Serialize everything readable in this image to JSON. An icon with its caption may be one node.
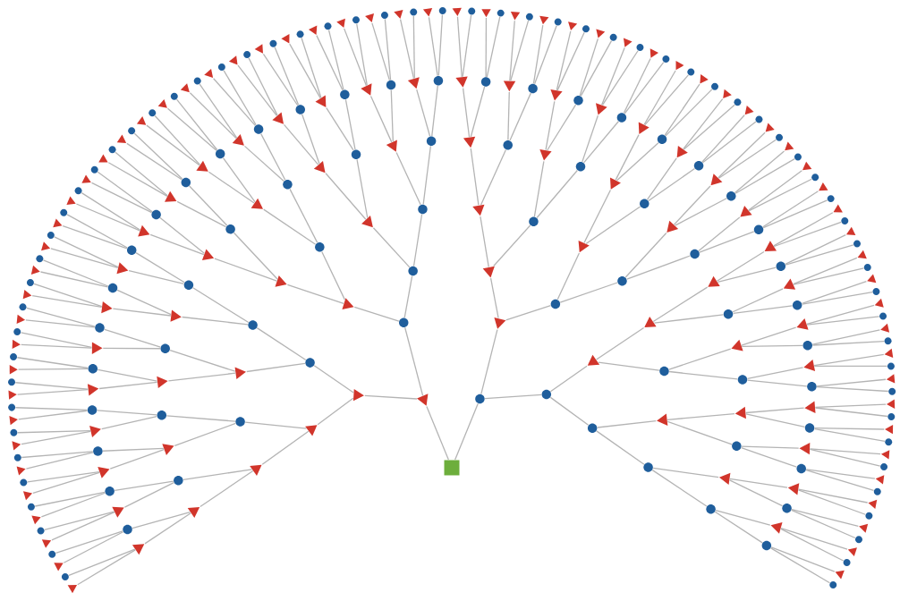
{
  "diagram": {
    "nodes": [
      {
        "text": [],
        "shape": "square"
      },
      {
        "text": [],
        "shape": "triangle"
      },
      {
        "text": [],
        "shape": "circle"
      },
      {
        "text": [],
        "shape": "triangle"
      },
      {
        "text": [],
        "shape": "circle"
      },
      {
        "text": [],
        "shape": "triangle"
      },
      {
        "text": [],
        "shape": "circle"
      },
      {
        "text": [],
        "shape": "triangle"
      },
      {
        "text": [],
        "shape": "circle"
      },
      {
        "text": [],
        "shape": "triangle"
      },
      {
        "text": [],
        "shape": "circle"
      },
      {
        "text": [],
        "shape": "triangle"
      },
      {
        "text": [],
        "shape": "circle"
      },
      {
        "text": [],
        "shape": "triangle"
      },
      {
        "text": [],
        "shape": "circle"
      },
      {
        "text": [],
        "shape": "triangle"
      },
      {
        "text": [],
        "shape": "circle"
      },
      {
        "text": [],
        "shape": "triangle"
      },
      {
        "text": [],
        "shape": "circle"
      },
      {
        "text": [],
        "shape": "triangle"
      },
      {
        "text": [],
        "shape": "circle"
      },
      {
        "text": [],
        "shape": "triangle"
      },
      {
        "text": [],
        "shape": "circle"
      },
      {
        "text": [],
        "shape": "triangle"
      },
      {
        "text": [],
        "shape": "circle"
      },
      {
        "text": [],
        "shape": "triangle"
      },
      {
        "text": [],
        "shape": "circle"
      },
      {
        "text": [],
        "shape": "triangle"
      },
      {
        "text": [],
        "shape": "circle"
      },
      {
        "text": [],
        "shape": "triangle"
      },
      {
        "text": [],
        "shape": "circle"
      },
      {
        "text": [],
        "shape": "triangle"
      },
      {
        "text": [],
        "shape": "circle"
      },
      {
        "text": [],
        "shape": "triangle"
      },
      {
        "text": [],
        "shape": "circle"
      },
      {
        "text": [],
        "shape": "triangle"
      },
      {
        "text": [],
        "shape": "circle"
      },
      {
        "text": [],
        "shape": "triangle"
      },
      {
        "text": [],
        "shape": "circle"
      },
      {
        "text": [],
        "shape": "triangle"
      },
      {
        "text": [],
        "shape": "circle"
      },
      {
        "text": [],
        "shape": "triangle"
      },
      {
        "text": [],
        "shape": "circle"
      },
      {
        "text": [],
        "shape": "triangle"
      },
      {
        "text": [],
        "shape": "circle"
      },
      {
        "text": [],
        "shape": "triangle"
      },
      {
        "text": [],
        "shape": "circle"
      },
      {
        "text": [],
        "shape": "triangle"
      },
      {
        "text": [],
        "shape": "circle"
      },
      {
        "text": [],
        "shape": "triangle"
      },
      {
        "text": [],
        "shape": "circle"
      },
      {
        "text": [],
        "shape": "triangle"
      },
      {
        "text": [],
        "shape": "circle"
      },
      {
        "text": [],
        "shape": "triangle"
      },
      {
        "text": [],
        "shape": "circle"
      },
      {
        "text": [],
        "shape": "triangle"
      },
      {
        "text": [],
        "shape": "circle"
      },
      {
        "text": [],
        "shape": "triangle"
      },
      {
        "text": [],
        "shape": "circle"
      },
      {
        "text": [],
        "shape": "triangle"
      },
      {
        "text": [],
        "shape": "circle"
      },
      {
        "text": [],
        "shape": "triangle"
      },
      {
        "text": [],
        "shape": "circle"
      },
      {
        "text": [],
        "shape": "triangle"
      },
      {
        "text": [],
        "shape": "circle"
      },
      {
        "text": [],
        "shape": "triangle"
      },
      {
        "text": [],
        "shape": "circle"
      },
      {
        "text": [],
        "shape": "triangle"
      },
      {
        "text": [],
        "shape": "circle"
      },
      {
        "text": [],
        "shape": "triangle"
      },
      {
        "text": [],
        "shape": "circle"
      },
      {
        "text": [],
        "shape": "triangle"
      },
      {
        "text": [],
        "shape": "circle"
      },
      {
        "text": [],
        "shape": "triangle"
      },
      {
        "text": [],
        "shape": "circle"
      },
      {
        "text": [],
        "shape": "triangle"
      },
      {
        "text": [],
        "shape": "circle"
      },
      {
        "text": [],
        "shape": "triangle"
      },
      {
        "text": [],
        "shape": "circle"
      },
      {
        "text": [],
        "shape": "triangle"
      },
      {
        "text": [],
        "shape": "circle"
      },
      {
        "text": [],
        "shape": "triangle"
      },
      {
        "text": [],
        "shape": "circle"
      },
      {
        "text": [],
        "shape": "triangle"
      },
      {
        "text": [],
        "shape": "circle"
      },
      {
        "text": [],
        "shape": "triangle"
      },
      {
        "text": [],
        "shape": "circle"
      },
      {
        "text": [],
        "shape": "triangle"
      },
      {
        "text": [],
        "shape": "circle"
      },
      {
        "text": [],
        "shape": "triangle"
      },
      {
        "text": [],
        "shape": "circle"
      },
      {
        "text": [],
        "shape": "triangle"
      },
      {
        "text": [],
        "shape": "circle"
      },
      {
        "text": [],
        "shape": "triangle"
      },
      {
        "text": [],
        "shape": "circle"
      },
      {
        "text": [],
        "shape": "triangle"
      },
      {
        "text": [],
        "shape": "circle"
      },
      {
        "text": [],
        "shape": "triangle"
      },
      {
        "text": [],
        "shape": "circle"
      },
      {
        "text": [],
        "shape": "triangle"
      },
      {
        "text": [],
        "shape": "circle"
      },
      {
        "text": [],
        "shape": "triangle"
      },
      {
        "text": [],
        "shape": "circle"
      },
      {
        "text": [],
        "shape": "triangle"
      },
      {
        "text": [],
        "shape": "circle"
      },
      {
        "text": [],
        "shape": "triangle"
      },
      {
        "text": [],
        "shape": "circle"
      },
      {
        "text": [],
        "shape": "triangle"
      },
      {
        "text": [],
        "shape": "circle"
      },
      {
        "text": [],
        "shape": "triangle"
      },
      {
        "text": [],
        "shape": "circle"
      },
      {
        "text": [],
        "shape": "triangle"
      },
      {
        "text": [],
        "shape": "circle"
      },
      {
        "text": [],
        "shape": "triangle"
      },
      {
        "text": [],
        "shape": "circle"
      },
      {
        "text": [],
        "shape": "triangle"
      },
      {
        "text": [],
        "shape": "circle"
      },
      {
        "text": [],
        "shape": "triangle"
      },
      {
        "text": [],
        "shape": "circle"
      },
      {
        "text": [],
        "shape": "triangle"
      },
      {
        "text": [],
        "shape": "circle"
      },
      {
        "text": [],
        "shape": "triangle"
      },
      {
        "text": [],
        "shape": "circle"
      },
      {
        "text": [],
        "shape": "triangle"
      },
      {
        "text": [],
        "shape": "circle"
      },
      {
        "text": [],
        "shape": "triangle"
      },
      {
        "text": [],
        "shape": "circle"
      },
      {
        "text": [],
        "shape": "triangle"
      },
      {
        "text": [],
        "shape": "circle"
      },
      {
        "text": [],
        "shape": "triangle"
      },
      {
        "text": [],
        "shape": "circle"
      },
      {
        "text": [],
        "shape": "triangle"
      },
      {
        "text": [],
        "shape": "circle"
      },
      {
        "text": [],
        "shape": "triangle"
      },
      {
        "text": [],
        "shape": "circle"
      },
      {
        "text": [],
        "shape": "triangle"
      },
      {
        "text": [],
        "shape": "circle"
      },
      {
        "text": [],
        "shape": "triangle"
      },
      {
        "text": [],
        "shape": "circle"
      },
      {
        "text": [],
        "shape": "triangle"
      },
      {
        "text": [],
        "shape": "circle"
      },
      {
        "text": [],
        "shape": "triangle"
      },
      {
        "text": [],
        "shape": "circle"
      },
      {
        "text": [],
        "shape": "triangle"
      },
      {
        "text": [],
        "shape": "circle"
      },
      {
        "text": [],
        "shape": "triangle"
      },
      {
        "text": [],
        "shape": "circle"
      },
      {
        "text": [],
        "shape": "triangle"
      },
      {
        "text": [],
        "shape": "circle"
      },
      {
        "text": [],
        "shape": "triangle"
      },
      {
        "text": [],
        "shape": "circle"
      },
      {
        "text": [],
        "shape": "triangle"
      },
      {
        "text": [],
        "shape": "circle"
      },
      {
        "text": [],
        "shape": "triangle"
      },
      {
        "text": [],
        "shape": "circle"
      },
      {
        "text": [],
        "shape": "triangle"
      },
      {
        "text": [],
        "shape": "circle"
      },
      {
        "text": [],
        "shape": "triangle"
      },
      {
        "text": [],
        "shape": "circle"
      },
      {
        "text": [],
        "shape": "triangle"
      },
      {
        "text": [],
        "shape": "circle"
      },
      {
        "text": [],
        "shape": "triangle"
      },
      {
        "text": [],
        "shape": "circle"
      },
      {
        "text": [],
        "shape": "triangle"
      },
      {
        "text": [],
        "shape": "circle"
      },
      {
        "text": [],
        "shape": "triangle"
      },
      {
        "text": [],
        "shape": "circle"
      },
      {
        "text": [],
        "shape": "triangle"
      },
      {
        "text": [],
        "shape": "circle"
      },
      {
        "text": [],
        "shape": "triangle"
      },
      {
        "text": [],
        "shape": "circle"
      },
      {
        "text": [],
        "shape": "triangle"
      },
      {
        "text": [],
        "shape": "circle"
      },
      {
        "text": [],
        "shape": "triangle"
      },
      {
        "text": [],
        "shape": "circle"
      },
      {
        "text": [],
        "shape": "triangle"
      },
      {
        "text": [],
        "shape": "circle"
      },
      {
        "text": [],
        "shape": "triangle"
      },
      {
        "text": [],
        "shape": "circle"
      },
      {
        "text": [],
        "shape": "triangle"
      },
      {
        "text": [],
        "shape": "circle"
      },
      {
        "text": [],
        "shape": "triangle"
      },
      {
        "text": [],
        "shape": "circle"
      },
      {
        "text": [],
        "shape": "triangle"
      },
      {
        "text": [],
        "shape": "circle"
      },
      {
        "text": [],
        "shape": "triangle"
      },
      {
        "text": [],
        "shape": "circle"
      },
      {
        "text": [],
        "shape": "triangle"
      },
      {
        "text": [],
        "shape": "circle"
      },
      {
        "text": [],
        "shape": "triangle"
      },
      {
        "text": [],
        "shape": "circle"
      },
      {
        "text": [],
        "shape": "triangle"
      },
      {
        "text": [],
        "shape": "circle"
      },
      {
        "text": [],
        "shape": "triangle"
      },
      {
        "text": [],
        "shape": "circle"
      },
      {
        "text": [],
        "shape": "triangle"
      },
      {
        "text": [],
        "shape": "circle"
      },
      {
        "text": [],
        "shape": "triangle"
      },
      {
        "text": [],
        "shape": "circle"
      },
      {
        "text": [],
        "shape": "triangle"
      },
      {
        "text": [],
        "shape": "circle"
      },
      {
        "text": [],
        "shape": "triangle"
      },
      {
        "text": [],
        "shape": "circle"
      },
      {
        "text": [],
        "shape": "triangle"
      },
      {
        "text": [],
        "shape": "circle"
      },
      {
        "text": [],
        "shape": "triangle"
      },
      {
        "text": [],
        "shape": "circle"
      },
      {
        "text": [],
        "shape": "triangle"
      },
      {
        "text": [],
        "shape": "circle"
      },
      {
        "text": [],
        "shape": "triangle"
      },
      {
        "text": [],
        "shape": "circle"
      },
      {
        "text": [],
        "shape": "triangle"
      },
      {
        "text": [],
        "shape": "circle"
      },
      {
        "text": [],
        "shape": "triangle"
      },
      {
        "text": [],
        "shape": "circle"
      },
      {
        "text": [],
        "shape": "triangle"
      },
      {
        "text": [],
        "shape": "circle"
      },
      {
        "text": [],
        "shape": "triangle"
      },
      {
        "text": [],
        "shape": "circle"
      },
      {
        "text": [],
        "shape": "triangle"
      },
      {
        "text": [],
        "shape": "circle"
      },
      {
        "text": [],
        "shape": "triangle"
      },
      {
        "text": [],
        "shape": "circle"
      },
      {
        "text": [],
        "shape": "triangle"
      },
      {
        "text": [],
        "shape": "circle"
      },
      {
        "text": [],
        "shape": "triangle"
      },
      {
        "text": [],
        "shape": "circle"
      },
      {
        "text": [],
        "shape": "triangle"
      },
      {
        "text": [],
        "shape": "circle"
      },
      {
        "text": [],
        "shape": "triangle"
      },
      {
        "text": [],
        "shape": "circle"
      },
      {
        "text": [],
        "shape": "triangle"
      },
      {
        "text": [],
        "shape": "circle"
      },
      {
        "text": [],
        "shape": "triangle"
      },
      {
        "text": [],
        "shape": "circle"
      },
      {
        "text": [],
        "shape": "triangle"
      },
      {
        "text": [],
        "shape": "circle"
      },
      {
        "text": [],
        "shape": "triangle"
      },
      {
        "text": [],
        "shape": "circle"
      },
      {
        "text": [],
        "shape": "triangle"
      },
      {
        "text": [],
        "shape": "circle"
      },
      {
        "text": [],
        "shape": "triangle"
      },
      {
        "text": [],
        "shape": "circle"
      },
      {
        "text": [],
        "shape": "triangle"
      },
      {
        "text": [],
        "shape": "circle"
      },
      {
        "text": [],
        "shape": "triangle"
      },
      {
        "text": [],
        "shape": "circle"
      },
      {
        "text": [],
        "shape": "triangle"
      },
      {
        "text": [],
        "shape": "circle"
      },
      {
        "text": [],
        "shape": "triangle"
      },
      {
        "text": [],
        "shape": "circle"
      },
      {
        "text": [],
        "shape": "triangle"
      },
      {
        "text": [],
        "shape": "circle"
      },
      {
        "text": [],
        "shape": "triangle"
      },
      {
        "text": [],
        "shape": "circle"
      }
    ],
    "edges": [
      {
        "from": 0,
        "to": 1,
        "arrow": "none"
      },
      {
        "from": 0,
        "to": 2,
        "arrow": "none"
      },
      {
        "from": 1,
        "to": 3,
        "arrow": "none"
      },
      {
        "from": 1,
        "to": 4,
        "arrow": "none"
      },
      {
        "from": 2,
        "to": 5,
        "arrow": "none"
      },
      {
        "from": 2,
        "to": 6,
        "arrow": "none"
      },
      {
        "from": 3,
        "to": 7,
        "arrow": "none"
      },
      {
        "from": 3,
        "to": 8,
        "arrow": "none"
      },
      {
        "from": 4,
        "to": 9,
        "arrow": "none"
      },
      {
        "from": 4,
        "to": 10,
        "arrow": "none"
      },
      {
        "from": 5,
        "to": 11,
        "arrow": "none"
      },
      {
        "from": 5,
        "to": 12,
        "arrow": "none"
      },
      {
        "from": 6,
        "to": 13,
        "arrow": "none"
      },
      {
        "from": 6,
        "to": 14,
        "arrow": "none"
      },
      {
        "from": 7,
        "to": 15,
        "arrow": "none"
      },
      {
        "from": 7,
        "to": 16,
        "arrow": "none"
      },
      {
        "from": 8,
        "to": 17,
        "arrow": "none"
      },
      {
        "from": 8,
        "to": 18,
        "arrow": "none"
      },
      {
        "from": 9,
        "to": 19,
        "arrow": "none"
      },
      {
        "from": 9,
        "to": 20,
        "arrow": "none"
      },
      {
        "from": 10,
        "to": 21,
        "arrow": "none"
      },
      {
        "from": 10,
        "to": 22,
        "arrow": "none"
      },
      {
        "from": 11,
        "to": 23,
        "arrow": "none"
      },
      {
        "from": 11,
        "to": 24,
        "arrow": "none"
      },
      {
        "from": 12,
        "to": 25,
        "arrow": "none"
      },
      {
        "from": 12,
        "to": 26,
        "arrow": "none"
      },
      {
        "from": 13,
        "to": 27,
        "arrow": "none"
      },
      {
        "from": 13,
        "to": 28,
        "arrow": "none"
      },
      {
        "from": 14,
        "to": 29,
        "arrow": "none"
      },
      {
        "from": 14,
        "to": 30,
        "arrow": "none"
      },
      {
        "from": 15,
        "to": 31,
        "arrow": "none"
      },
      {
        "from": 15,
        "to": 32,
        "arrow": "none"
      },
      {
        "from": 16,
        "to": 33,
        "arrow": "none"
      },
      {
        "from": 16,
        "to": 34,
        "arrow": "none"
      },
      {
        "from": 17,
        "to": 35,
        "arrow": "none"
      },
      {
        "from": 17,
        "to": 36,
        "arrow": "none"
      },
      {
        "from": 18,
        "to": 37,
        "arrow": "none"
      },
      {
        "from": 18,
        "to": 38,
        "arrow": "none"
      },
      {
        "from": 19,
        "to": 39,
        "arrow": "none"
      },
      {
        "from": 19,
        "to": 40,
        "arrow": "none"
      },
      {
        "from": 20,
        "to": 41,
        "arrow": "none"
      },
      {
        "from": 20,
        "to": 42,
        "arrow": "none"
      },
      {
        "from": 21,
        "to": 43,
        "arrow": "none"
      },
      {
        "from": 21,
        "to": 44,
        "arrow": "none"
      },
      {
        "from": 22,
        "to": 45,
        "arrow": "none"
      },
      {
        "from": 22,
        "to": 46,
        "arrow": "none"
      },
      {
        "from": 23,
        "to": 47,
        "arrow": "none"
      },
      {
        "from": 23,
        "to": 48,
        "arrow": "none"
      },
      {
        "from": 24,
        "to": 49,
        "arrow": "none"
      },
      {
        "from": 24,
        "to": 50,
        "arrow": "none"
      },
      {
        "from": 25,
        "to": 51,
        "arrow": "none"
      },
      {
        "from": 25,
        "to": 52,
        "arrow": "none"
      },
      {
        "from": 26,
        "to": 53,
        "arrow": "none"
      },
      {
        "from": 26,
        "to": 54,
        "arrow": "none"
      },
      {
        "from": 27,
        "to": 55,
        "arrow": "none"
      },
      {
        "from": 27,
        "to": 56,
        "arrow": "none"
      },
      {
        "from": 28,
        "to": 57,
        "arrow": "none"
      },
      {
        "from": 28,
        "to": 58,
        "arrow": "none"
      },
      {
        "from": 29,
        "to": 59,
        "arrow": "none"
      },
      {
        "from": 29,
        "to": 60,
        "arrow": "none"
      },
      {
        "from": 30,
        "to": 61,
        "arrow": "none"
      },
      {
        "from": 30,
        "to": 62,
        "arrow": "none"
      },
      {
        "from": 31,
        "to": 63,
        "arrow": "none"
      },
      {
        "from": 31,
        "to": 64,
        "arrow": "none"
      },
      {
        "from": 32,
        "to": 65,
        "arrow": "none"
      },
      {
        "from": 32,
        "to": 66,
        "arrow": "none"
      },
      {
        "from": 33,
        "to": 67,
        "arrow": "none"
      },
      {
        "from": 33,
        "to": 68,
        "arrow": "none"
      },
      {
        "from": 34,
        "to": 69,
        "arrow": "none"
      },
      {
        "from": 34,
        "to": 70,
        "arrow": "none"
      },
      {
        "from": 35,
        "to": 71,
        "arrow": "none"
      },
      {
        "from": 35,
        "to": 72,
        "arrow": "none"
      },
      {
        "from": 36,
        "to": 73,
        "arrow": "none"
      },
      {
        "from": 36,
        "to": 74,
        "arrow": "none"
      },
      {
        "from": 37,
        "to": 75,
        "arrow": "none"
      },
      {
        "from": 37,
        "to": 76,
        "arrow": "none"
      },
      {
        "from": 38,
        "to": 77,
        "arrow": "none"
      },
      {
        "from": 38,
        "to": 78,
        "arrow": "none"
      },
      {
        "from": 39,
        "to": 79,
        "arrow": "none"
      },
      {
        "from": 39,
        "to": 80,
        "arrow": "none"
      },
      {
        "from": 40,
        "to": 81,
        "arrow": "none"
      },
      {
        "from": 40,
        "to": 82,
        "arrow": "none"
      },
      {
        "from": 41,
        "to": 83,
        "arrow": "none"
      },
      {
        "from": 41,
        "to": 84,
        "arrow": "none"
      },
      {
        "from": 42,
        "to": 85,
        "arrow": "none"
      },
      {
        "from": 42,
        "to": 86,
        "arrow": "none"
      },
      {
        "from": 43,
        "to": 87,
        "arrow": "none"
      },
      {
        "from": 43,
        "to": 88,
        "arrow": "none"
      },
      {
        "from": 44,
        "to": 89,
        "arrow": "none"
      },
      {
        "from": 44,
        "to": 90,
        "arrow": "none"
      },
      {
        "from": 45,
        "to": 91,
        "arrow": "none"
      },
      {
        "from": 45,
        "to": 92,
        "arrow": "none"
      },
      {
        "from": 46,
        "to": 93,
        "arrow": "none"
      },
      {
        "from": 46,
        "to": 94,
        "arrow": "none"
      },
      {
        "from": 47,
        "to": 95,
        "arrow": "none"
      },
      {
        "from": 47,
        "to": 96,
        "arrow": "none"
      },
      {
        "from": 48,
        "to": 97,
        "arrow": "none"
      },
      {
        "from": 48,
        "to": 98,
        "arrow": "none"
      },
      {
        "from": 49,
        "to": 99,
        "arrow": "none"
      },
      {
        "from": 49,
        "to": 100,
        "arrow": "none"
      },
      {
        "from": 50,
        "to": 101,
        "arrow": "none"
      },
      {
        "from": 50,
        "to": 102,
        "arrow": "none"
      },
      {
        "from": 51,
        "to": 103,
        "arrow": "none"
      },
      {
        "from": 51,
        "to": 104,
        "arrow": "none"
      },
      {
        "from": 52,
        "to": 105,
        "arrow": "none"
      },
      {
        "from": 52,
        "to": 106,
        "arrow": "none"
      },
      {
        "from": 53,
        "to": 107,
        "arrow": "none"
      },
      {
        "from": 53,
        "to": 108,
        "arrow": "none"
      },
      {
        "from": 54,
        "to": 109,
        "arrow": "none"
      },
      {
        "from": 54,
        "to": 110,
        "arrow": "none"
      },
      {
        "from": 55,
        "to": 111,
        "arrow": "none"
      },
      {
        "from": 55,
        "to": 112,
        "arrow": "none"
      },
      {
        "from": 56,
        "to": 113,
        "arrow": "none"
      },
      {
        "from": 56,
        "to": 114,
        "arrow": "none"
      },
      {
        "from": 57,
        "to": 115,
        "arrow": "none"
      },
      {
        "from": 57,
        "to": 116,
        "arrow": "none"
      },
      {
        "from": 58,
        "to": 117,
        "arrow": "none"
      },
      {
        "from": 58,
        "to": 118,
        "arrow": "none"
      },
      {
        "from": 59,
        "to": 119,
        "arrow": "none"
      },
      {
        "from": 59,
        "to": 120,
        "arrow": "none"
      },
      {
        "from": 60,
        "to": 121,
        "arrow": "none"
      },
      {
        "from": 60,
        "to": 122,
        "arrow": "none"
      },
      {
        "from": 61,
        "to": 123,
        "arrow": "none"
      },
      {
        "from": 61,
        "to": 124,
        "arrow": "none"
      },
      {
        "from": 62,
        "to": 125,
        "arrow": "none"
      },
      {
        "from": 62,
        "to": 126,
        "arrow": "none"
      },
      {
        "from": 63,
        "to": 127,
        "arrow": "none"
      },
      {
        "from": 63,
        "to": 128,
        "arrow": "none"
      },
      {
        "from": 64,
        "to": 129,
        "arrow": "none"
      },
      {
        "from": 64,
        "to": 130,
        "arrow": "none"
      },
      {
        "from": 65,
        "to": 131,
        "arrow": "none"
      },
      {
        "from": 65,
        "to": 132,
        "arrow": "none"
      },
      {
        "from": 66,
        "to": 133,
        "arrow": "none"
      },
      {
        "from": 66,
        "to": 134,
        "arrow": "none"
      },
      {
        "from": 67,
        "to": 135,
        "arrow": "none"
      },
      {
        "from": 67,
        "to": 136,
        "arrow": "none"
      },
      {
        "from": 68,
        "to": 137,
        "arrow": "none"
      },
      {
        "from": 68,
        "to": 138,
        "arrow": "none"
      },
      {
        "from": 69,
        "to": 139,
        "arrow": "none"
      },
      {
        "from": 69,
        "to": 140,
        "arrow": "none"
      },
      {
        "from": 70,
        "to": 141,
        "arrow": "none"
      },
      {
        "from": 70,
        "to": 142,
        "arrow": "none"
      },
      {
        "from": 71,
        "to": 143,
        "arrow": "none"
      },
      {
        "from": 71,
        "to": 144,
        "arrow": "none"
      },
      {
        "from": 72,
        "to": 145,
        "arrow": "none"
      },
      {
        "from": 72,
        "to": 146,
        "arrow": "none"
      },
      {
        "from": 73,
        "to": 147,
        "arrow": "none"
      },
      {
        "from": 73,
        "to": 148,
        "arrow": "none"
      },
      {
        "from": 74,
        "to": 149,
        "arrow": "none"
      },
      {
        "from": 74,
        "to": 150,
        "arrow": "none"
      },
      {
        "from": 75,
        "to": 151,
        "arrow": "none"
      },
      {
        "from": 75,
        "to": 152,
        "arrow": "none"
      },
      {
        "from": 76,
        "to": 153,
        "arrow": "none"
      },
      {
        "from": 76,
        "to": 154,
        "arrow": "none"
      },
      {
        "from": 77,
        "to": 155,
        "arrow": "none"
      },
      {
        "from": 77,
        "to": 156,
        "arrow": "none"
      },
      {
        "from": 78,
        "to": 157,
        "arrow": "none"
      },
      {
        "from": 78,
        "to": 158,
        "arrow": "none"
      },
      {
        "from": 79,
        "to": 159,
        "arrow": "none"
      },
      {
        "from": 79,
        "to": 160,
        "arrow": "none"
      },
      {
        "from": 80,
        "to": 161,
        "arrow": "none"
      },
      {
        "from": 80,
        "to": 162,
        "arrow": "none"
      },
      {
        "from": 81,
        "to": 163,
        "arrow": "none"
      },
      {
        "from": 81,
        "to": 164,
        "arrow": "none"
      },
      {
        "from": 82,
        "to": 165,
        "arrow": "none"
      },
      {
        "from": 82,
        "to": 166,
        "arrow": "none"
      },
      {
        "from": 83,
        "to": 167,
        "arrow": "none"
      },
      {
        "from": 83,
        "to": 168,
        "arrow": "none"
      },
      {
        "from": 84,
        "to": 169,
        "arrow": "none"
      },
      {
        "from": 84,
        "to": 170,
        "arrow": "none"
      },
      {
        "from": 85,
        "to": 171,
        "arrow": "none"
      },
      {
        "from": 85,
        "to": 172,
        "arrow": "none"
      },
      {
        "from": 86,
        "to": 173,
        "arrow": "none"
      },
      {
        "from": 86,
        "to": 174,
        "arrow": "none"
      },
      {
        "from": 87,
        "to": 175,
        "arrow": "none"
      },
      {
        "from": 87,
        "to": 176,
        "arrow": "none"
      },
      {
        "from": 88,
        "to": 177,
        "arrow": "none"
      },
      {
        "from": 88,
        "to": 178,
        "arrow": "none"
      },
      {
        "from": 89,
        "to": 179,
        "arrow": "none"
      },
      {
        "from": 89,
        "to": 180,
        "arrow": "none"
      },
      {
        "from": 90,
        "to": 181,
        "arrow": "none"
      },
      {
        "from": 90,
        "to": 182,
        "arrow": "none"
      },
      {
        "from": 91,
        "to": 183,
        "arrow": "none"
      },
      {
        "from": 91,
        "to": 184,
        "arrow": "none"
      },
      {
        "from": 92,
        "to": 185,
        "arrow": "none"
      },
      {
        "from": 92,
        "to": 186,
        "arrow": "none"
      },
      {
        "from": 93,
        "to": 187,
        "arrow": "none"
      },
      {
        "from": 93,
        "to": 188,
        "arrow": "none"
      },
      {
        "from": 94,
        "to": 189,
        "arrow": "none"
      },
      {
        "from": 94,
        "to": 190,
        "arrow": "none"
      },
      {
        "from": 95,
        "to": 191,
        "arrow": "none"
      },
      {
        "from": 95,
        "to": 192,
        "arrow": "none"
      },
      {
        "from": 96,
        "to": 193,
        "arrow": "none"
      },
      {
        "from": 96,
        "to": 194,
        "arrow": "none"
      },
      {
        "from": 97,
        "to": 195,
        "arrow": "none"
      },
      {
        "from": 97,
        "to": 196,
        "arrow": "none"
      },
      {
        "from": 98,
        "to": 197,
        "arrow": "none"
      },
      {
        "from": 98,
        "to": 198,
        "arrow": "none"
      },
      {
        "from": 99,
        "to": 199,
        "arrow": "none"
      },
      {
        "from": 99,
        "to": 200,
        "arrow": "none"
      },
      {
        "from": 100,
        "to": 201,
        "arrow": "none"
      },
      {
        "from": 100,
        "to": 202,
        "arrow": "none"
      },
      {
        "from": 101,
        "to": 203,
        "arrow": "none"
      },
      {
        "from": 101,
        "to": 204,
        "arrow": "none"
      },
      {
        "from": 102,
        "to": 205,
        "arrow": "none"
      },
      {
        "from": 102,
        "to": 206,
        "arrow": "none"
      },
      {
        "from": 103,
        "to": 207,
        "arrow": "none"
      },
      {
        "from": 103,
        "to": 208,
        "arrow": "none"
      },
      {
        "from": 104,
        "to": 209,
        "arrow": "none"
      },
      {
        "from": 104,
        "to": 210,
        "arrow": "none"
      },
      {
        "from": 105,
        "to": 211,
        "arrow": "none"
      },
      {
        "from": 105,
        "to": 212,
        "arrow": "none"
      },
      {
        "from": 106,
        "to": 213,
        "arrow": "none"
      },
      {
        "from": 106,
        "to": 214,
        "arrow": "none"
      },
      {
        "from": 107,
        "to": 215,
        "arrow": "none"
      },
      {
        "from": 107,
        "to": 216,
        "arrow": "none"
      },
      {
        "from": 108,
        "to": 217,
        "arrow": "none"
      },
      {
        "from": 108,
        "to": 218,
        "arrow": "none"
      },
      {
        "from": 109,
        "to": 219,
        "arrow": "none"
      },
      {
        "from": 109,
        "to": 220,
        "arrow": "none"
      },
      {
        "from": 110,
        "to": 221,
        "arrow": "none"
      },
      {
        "from": 110,
        "to": 222,
        "arrow": "none"
      },
      {
        "from": 111,
        "to": 223,
        "arrow": "none"
      },
      {
        "from": 111,
        "to": 224,
        "arrow": "none"
      },
      {
        "from": 112,
        "to": 225,
        "arrow": "none"
      },
      {
        "from": 112,
        "to": 226,
        "arrow": "none"
      },
      {
        "from": 113,
        "to": 227,
        "arrow": "none"
      },
      {
        "from": 113,
        "to": 228,
        "arrow": "none"
      },
      {
        "from": 114,
        "to": 229,
        "arrow": "none"
      },
      {
        "from": 114,
        "to": 230,
        "arrow": "none"
      },
      {
        "from": 115,
        "to": 231,
        "arrow": "none"
      },
      {
        "from": 115,
        "to": 232,
        "arrow": "none"
      },
      {
        "from": 116,
        "to": 233,
        "arrow": "none"
      },
      {
        "from": 116,
        "to": 234,
        "arrow": "none"
      },
      {
        "from": 117,
        "to": 235,
        "arrow": "none"
      },
      {
        "from": 117,
        "to": 236,
        "arrow": "none"
      },
      {
        "from": 118,
        "to": 237,
        "arrow": "none"
      },
      {
        "from": 118,
        "to": 238,
        "arrow": "none"
      },
      {
        "from": 119,
        "to": 239,
        "arrow": "none"
      },
      {
        "from": 119,
        "to": 240,
        "arrow": "none"
      },
      {
        "from": 120,
        "to": 241,
        "arrow": "none"
      },
      {
        "from": 120,
        "to": 242,
        "arrow": "none"
      },
      {
        "from": 121,
        "to": 243,
        "arrow": "none"
      },
      {
        "from": 121,
        "to": 244,
        "arrow": "none"
      },
      {
        "from": 122,
        "to": 245,
        "arrow": "none"
      },
      {
        "from": 122,
        "to": 246,
        "arrow": "none"
      },
      {
        "from": 123,
        "to": 247,
        "arrow": "none"
      },
      {
        "from": 123,
        "to": 248,
        "arrow": "none"
      },
      {
        "from": 124,
        "to": 249,
        "arrow": "none"
      },
      {
        "from": 124,
        "to": 250,
        "arrow": "none"
      },
      {
        "from": 125,
        "to": 251,
        "arrow": "none"
      },
      {
        "from": 125,
        "to": 252,
        "arrow": "none"
      },
      {
        "from": 126,
        "to": 253,
        "arrow": "none"
      },
      {
        "from": 126,
        "to": 254,
        "arrow": "none"
      }
    ]
  }
}
